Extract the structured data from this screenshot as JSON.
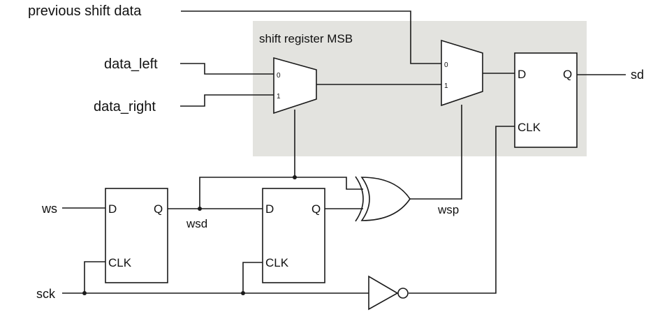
{
  "colors": {
    "highlight": "#e3e3df",
    "wire": "#1a1a1a"
  },
  "labels": {
    "previous_shift_data": "previous shift data",
    "shift_register_msb": "shift register MSB",
    "data_left": "data_left",
    "data_right": "data_right",
    "ws": "ws",
    "wsd": "wsd",
    "wsp": "wsp",
    "sck": "sck",
    "sd": "sd"
  },
  "mux_inputs": {
    "zero": "0",
    "one": "1"
  },
  "flipflop_pins": {
    "d": "D",
    "q": "Q",
    "clk": "CLK"
  },
  "gates": {
    "xor": "xor-gate",
    "not": "inverter"
  }
}
